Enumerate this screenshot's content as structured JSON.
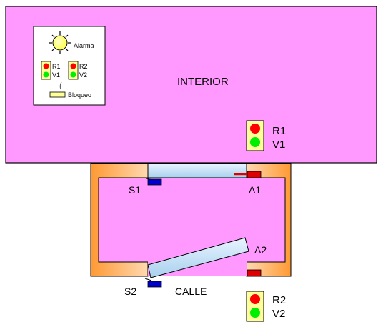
{
  "colors": {
    "room": "#ff99ff",
    "frame": "#ff9933",
    "door_glass": "#b8dcf0",
    "sensor": "#0000cc",
    "actuator": "#dd0000",
    "lamp_red": "#ff0000",
    "lamp_green": "#00ee00",
    "alarm": "#ffff33",
    "panel": "#ffffff",
    "lock": "#ffff99"
  },
  "labels": {
    "interior": "INTERIOR",
    "street": "CALLE"
  },
  "panel": {
    "alarm_label": "Alarma",
    "light1_red": "R1",
    "light1_green": "V1",
    "light2_red": "R2",
    "light2_green": "V2",
    "lock_label": "Bloqueo",
    "icons": [
      "sun-alarm-icon",
      "traffic-light-icon",
      "lock-key-icon"
    ]
  },
  "devices": {
    "sensor1": "S1",
    "sensor2": "S2",
    "actuator1": "A1",
    "actuator2": "A2"
  },
  "traffic_lights": {
    "interior": {
      "red_label": "R1",
      "green_label": "V1"
    },
    "street": {
      "red_label": "R2",
      "green_label": "V2"
    }
  }
}
